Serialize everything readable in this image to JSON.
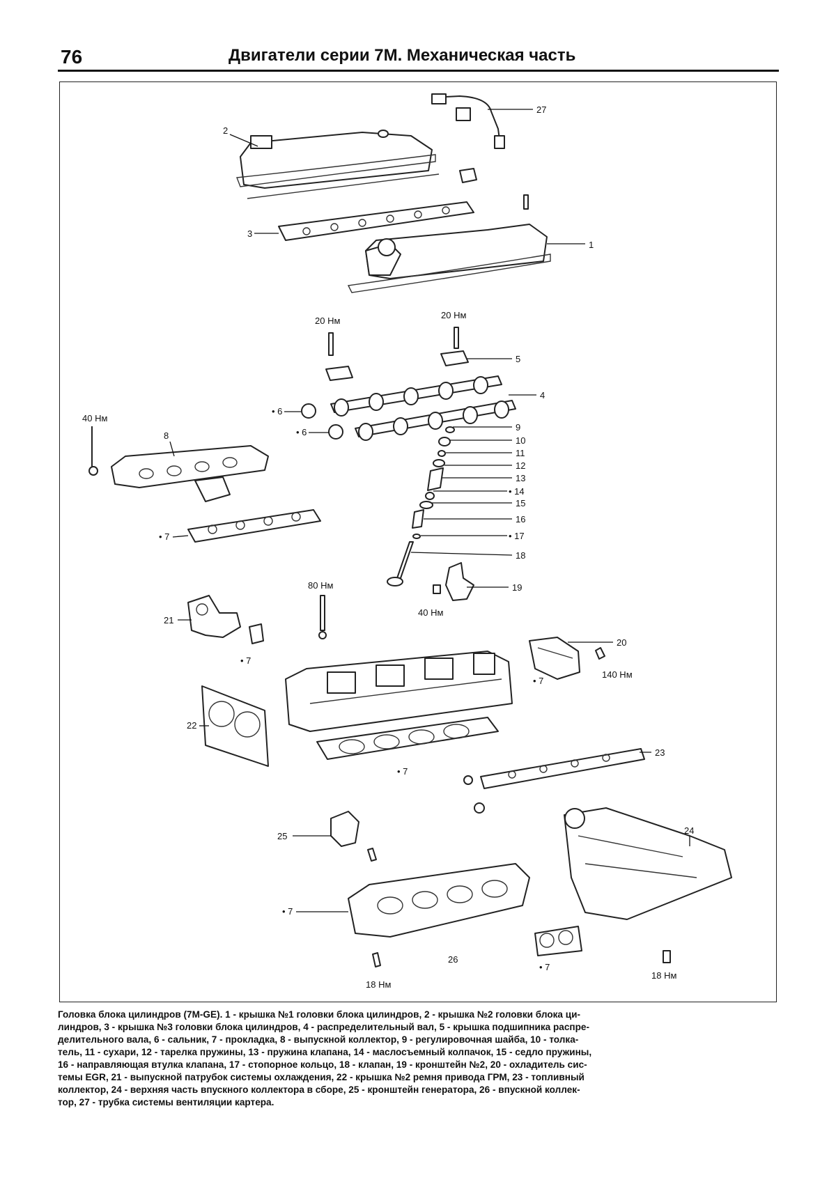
{
  "header": {
    "page_number": "76",
    "title": "Двигатели серии 7M. Механическая часть"
  },
  "figure": {
    "callouts": {
      "c1": "1",
      "c2": "2",
      "c3": "3",
      "c4": "4",
      "c5": "5",
      "c6a": "• 6",
      "c6b": "• 6",
      "c7a": "• 7",
      "c7b": "• 7",
      "c7c": "• 7",
      "c7d": "• 7",
      "c7e": "• 7",
      "c7f": "• 7",
      "c8": "8",
      "c9": "9",
      "c10": "10",
      "c11": "11",
      "c12": "12",
      "c13": "13",
      "c14": "• 14",
      "c15": "15",
      "c16": "16",
      "c17": "• 17",
      "c18": "18",
      "c19": "19",
      "c20": "20",
      "c21": "21",
      "c22": "22",
      "c23": "23",
      "c24": "24",
      "c25": "25",
      "c26": "26",
      "c27": "27"
    },
    "torque_labels": {
      "t1": "20 Нм",
      "t2": "20 Нм",
      "t3": "40 Нм",
      "t4": "80 Нм",
      "t5": "40 Нм",
      "t6": "140 Нм",
      "t7": "18 Нм",
      "t8": "18 Нм"
    }
  },
  "caption": {
    "lines": [
      "Головка блока цилиндров (7M-GE). 1 - крышка №1 головки блока цилиндров, 2 - крышка №2 головки блока ци-",
      "линдров, 3 - крышка №3 головки блока цилиндров, 4 - распределительный вал, 5 - крышка подшипника распре-",
      "делительного вала, 6 - сальник, 7 - прокладка, 8 - выпускной коллектор, 9 - регулировочная шайба, 10 - толка-",
      "тель, 11 - сухари, 12 - тарелка пружины, 13 - пружина клапана, 14 - маслосъемный колпачок, 15 - седло пружины,",
      "16 - направляющая втулка клапана, 17 - стопорное кольцо, 18 - клапан, 19 - кронштейн №2, 20 - охладитель сис-",
      "темы EGR, 21 - выпускной патрубок системы охлаждения, 22 - крышка №2 ремня привода ГРМ, 23 - топливный",
      "коллектор, 24 - верхняя часть впускного коллектора в сборе, 25 - кронштейн генератора, 26 - впускной коллек-",
      "тор, 27 - трубка системы вентиляции картера."
    ]
  }
}
